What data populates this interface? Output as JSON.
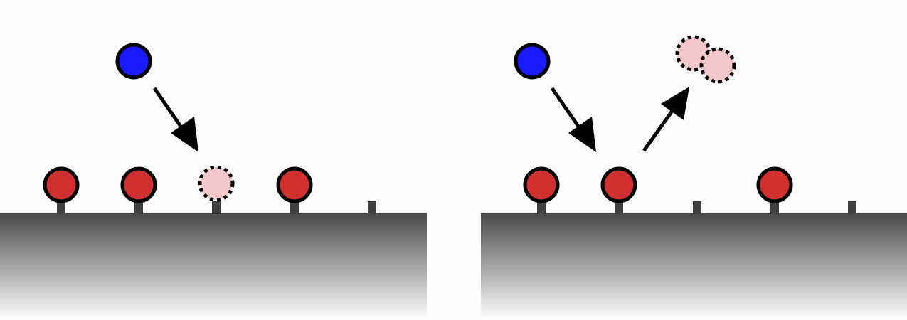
{
  "colors": {
    "background": "#fdfbfc",
    "incoming_particle": "#1a1aff",
    "bound_atom": "#d03030",
    "desorbed_atom": "#f4c8c8",
    "outline": "#000000",
    "anchor": "#404040",
    "surface_top": "#4a4a4a",
    "surface_bottom": "#ffffff",
    "arrow": "#000000"
  },
  "panels": [
    {
      "name": "left-panel",
      "sites": [
        "occupied",
        "occupied",
        "vacated",
        "occupied",
        "empty"
      ],
      "incoming_particle": true,
      "incoming_arrow_target": "site-3",
      "outgoing_arrow": false,
      "desorbed_atoms": 0
    },
    {
      "name": "right-panel",
      "sites": [
        "occupied",
        "occupied",
        "empty",
        "occupied",
        "empty"
      ],
      "incoming_particle": true,
      "incoming_arrow_target": "site-2",
      "outgoing_arrow": true,
      "desorbed_atoms": 2
    }
  ]
}
